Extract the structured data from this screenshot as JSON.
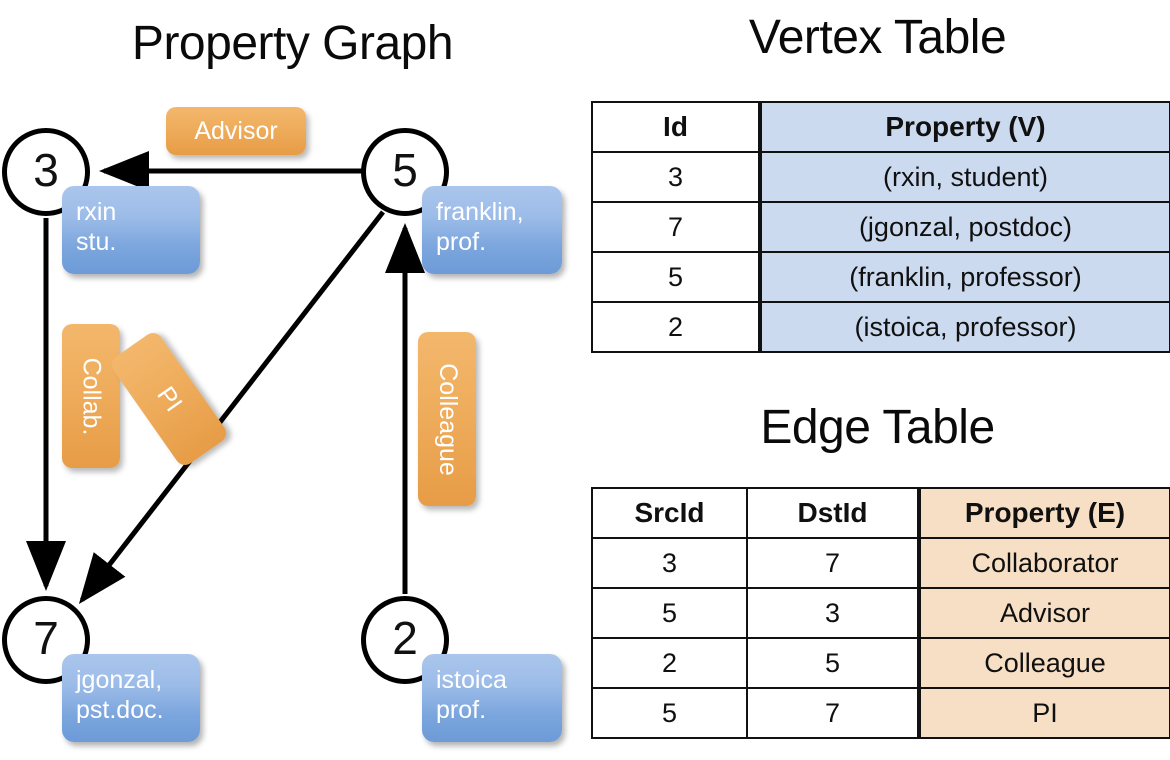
{
  "titles": {
    "property_graph": "Property Graph",
    "vertex_table": "Vertex Table",
    "edge_table": "Edge Table"
  },
  "graph": {
    "nodes": [
      {
        "id": "3",
        "label": "3",
        "property_line1": "rxin",
        "property_line2": "stu."
      },
      {
        "id": "5",
        "label": "5",
        "property_line1": "franklin,",
        "property_line2": "prof."
      },
      {
        "id": "7",
        "label": "7",
        "property_line1": "jgonzal,",
        "property_line2": "pst.doc."
      },
      {
        "id": "2",
        "label": "2",
        "property_line1": "istoica",
        "property_line2": "prof."
      }
    ],
    "edge_labels": [
      {
        "key": "advisor",
        "text": "Advisor",
        "from": "5",
        "to": "3"
      },
      {
        "key": "collab",
        "text": "Collab.",
        "from": "3",
        "to": "7"
      },
      {
        "key": "pi",
        "text": "PI",
        "from": "5",
        "to": "7"
      },
      {
        "key": "colleague",
        "text": "Colleague",
        "from": "2",
        "to": "5"
      }
    ]
  },
  "vertex_table": {
    "headers": {
      "id": "Id",
      "property": "Property (V)"
    },
    "rows": [
      {
        "id": "3",
        "property": "(rxin, student)"
      },
      {
        "id": "7",
        "property": "(jgonzal, postdoc)"
      },
      {
        "id": "5",
        "property": "(franklin, professor)"
      },
      {
        "id": "2",
        "property": "(istoica, professor)"
      }
    ]
  },
  "edge_table": {
    "headers": {
      "src": "SrcId",
      "dst": "DstId",
      "property": "Property (E)"
    },
    "rows": [
      {
        "src": "3",
        "dst": "7",
        "property": "Collaborator"
      },
      {
        "src": "5",
        "dst": "3",
        "property": "Advisor"
      },
      {
        "src": "2",
        "dst": "5",
        "property": "Colleague"
      },
      {
        "src": "5",
        "dst": "7",
        "property": "PI"
      }
    ]
  },
  "colors": {
    "vertex_box": "#7ba5dd",
    "edge_box": "#efae5e",
    "vertex_table_highlight": "#ccdaf0",
    "edge_table_highlight": "#f6dfc4",
    "stroke": "#111111"
  }
}
